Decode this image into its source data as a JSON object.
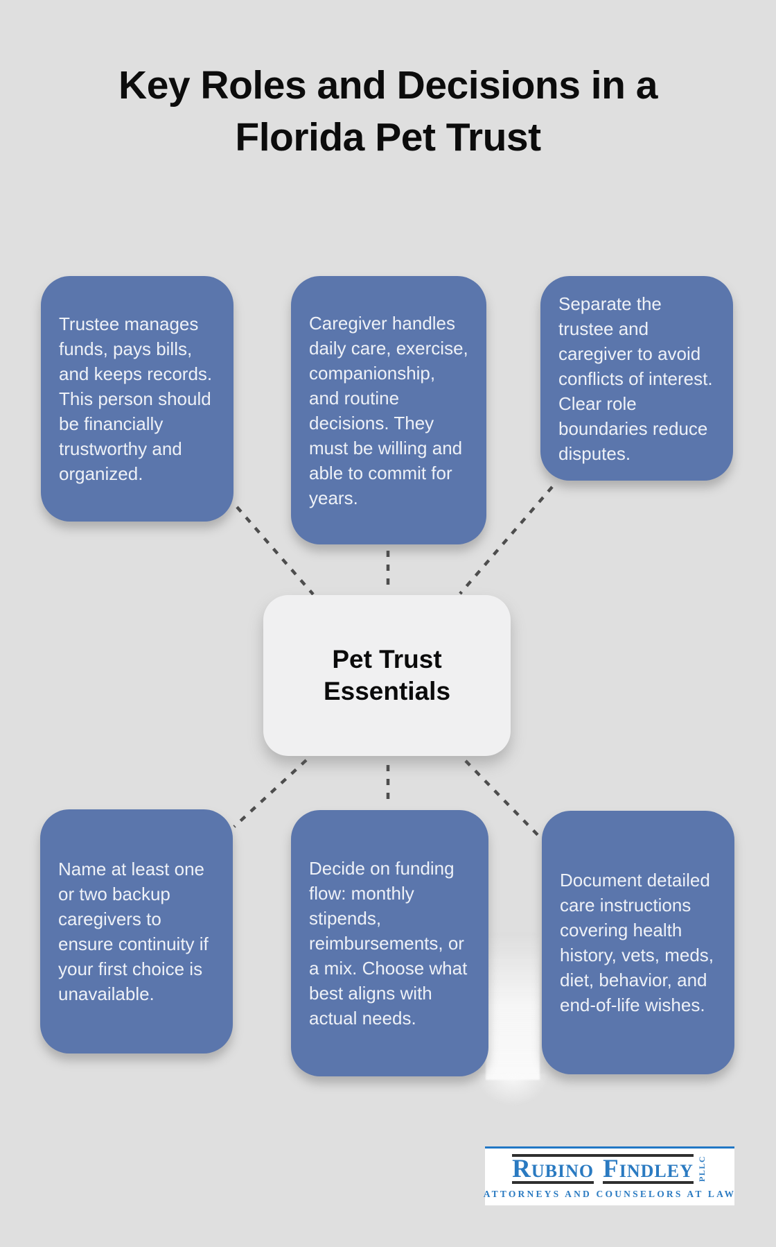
{
  "title": {
    "line1": "Key Roles and Decisions in a",
    "line2": "Florida Pet Trust"
  },
  "center_node": {
    "line1": "Pet Trust",
    "line2": "Essentials"
  },
  "nodes": [
    {
      "id": "trustee",
      "text": "Trustee manages funds, pays bills, and keeps records. This person should be financially trustworthy and organized."
    },
    {
      "id": "caregiver",
      "text": "Caregiver handles daily care, exercise, companionship, and routine decisions. They must be willing and able to commit for years."
    },
    {
      "id": "separation",
      "text": "Separate the trustee and caregiver to avoid conflicts of interest. Clear role boundaries reduce disputes."
    },
    {
      "id": "backups",
      "text": "Name at least one or two backup caregivers to ensure continuity if your first choice is unavailable."
    },
    {
      "id": "funding",
      "text": "Decide on funding flow: monthly stipends, reimbursements, or a mix. Choose what best aligns with actual needs."
    },
    {
      "id": "instructions",
      "text": "Document detailed care instructions covering health history, vets, meds, diet, behavior, and end-of-life wishes."
    }
  ],
  "logo": {
    "word1": "Rubino",
    "word2": "Findley",
    "suffix": "PLLC",
    "tagline": "Attorneys and Counselors at Law"
  },
  "colors": {
    "background": "#dfdfdf",
    "node_fill": "#5b76ac",
    "node_text": "#eef1f7",
    "center_fill": "#f0f0f1",
    "center_text": "#0b0b0b",
    "connector": "#4d4d4d",
    "title_text": "#0c0c0c",
    "logo_blue": "#2a7ac1",
    "logo_rule": "#2f2f2f"
  }
}
